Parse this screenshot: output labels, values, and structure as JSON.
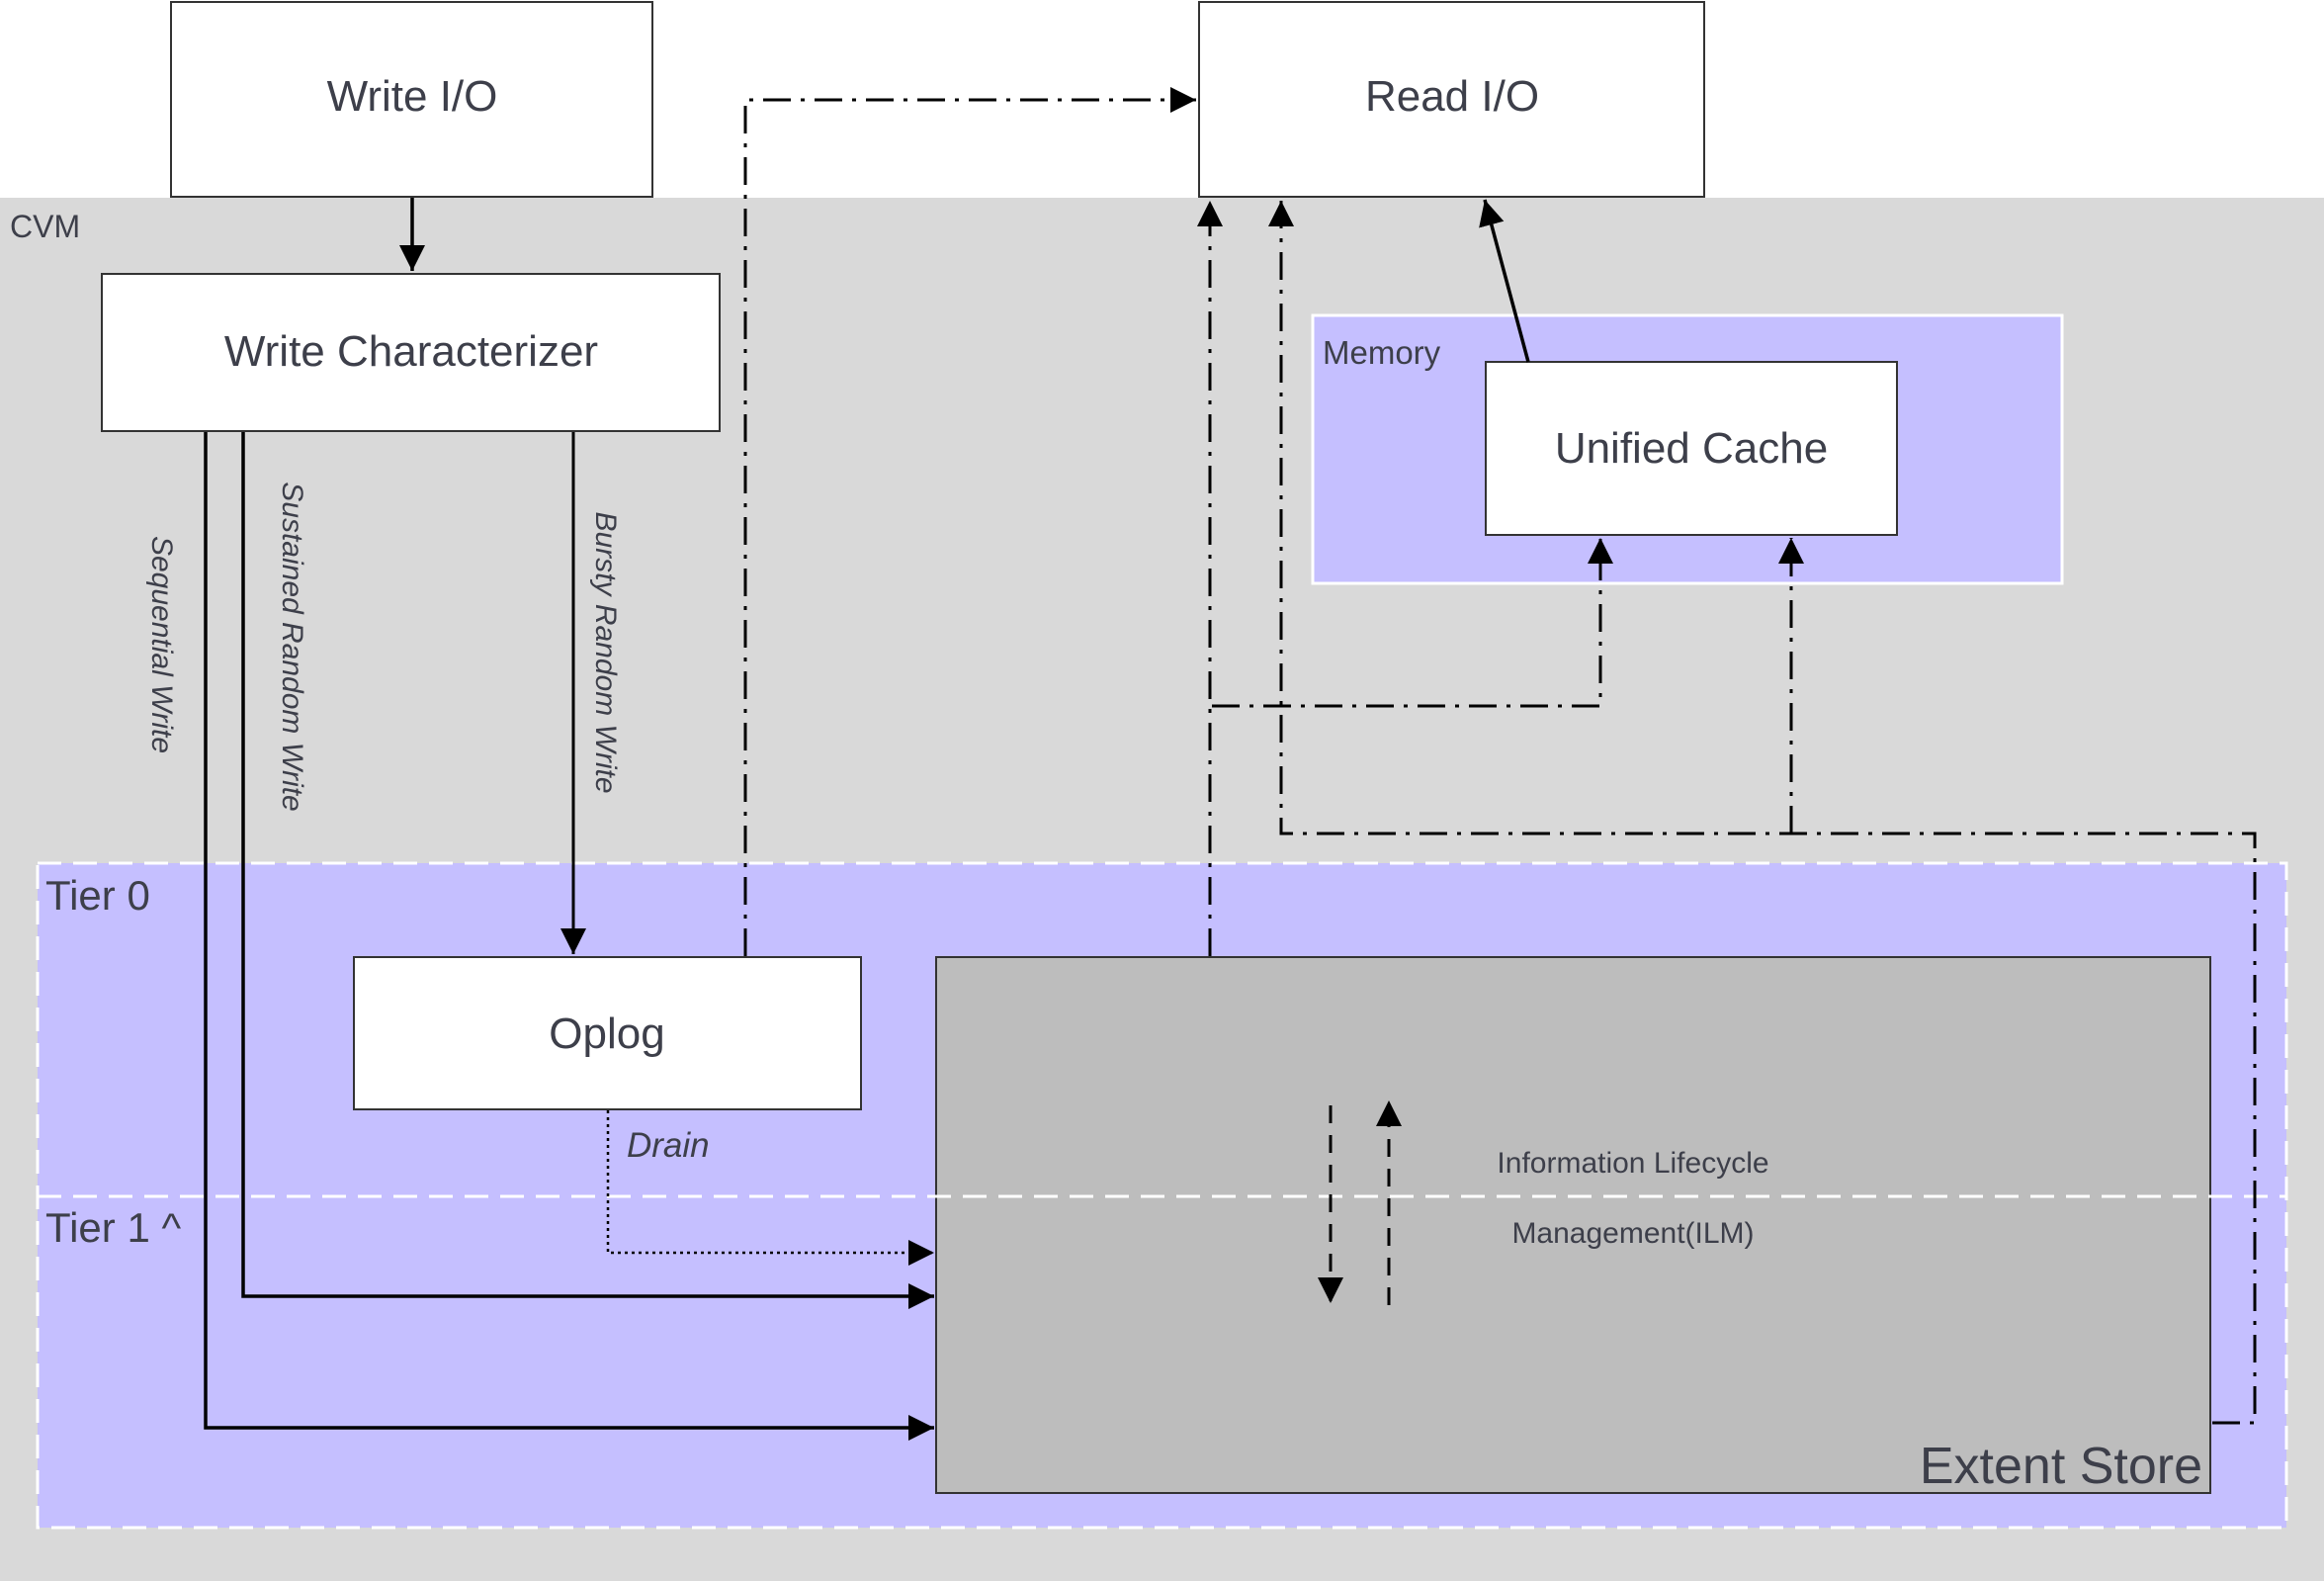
{
  "labels": {
    "cvm": "CVM",
    "write_io": "Write I/O",
    "read_io": "Read I/O",
    "write_characterizer": "Write Characterizer",
    "memory": "Memory",
    "unified_cache": "Unified Cache",
    "sequential_write": "Sequential Write",
    "sustained_random_write": "Sustained  Random Write",
    "bursty_random_write": "Bursty  Random Write",
    "tier0": "Tier 0",
    "tier1": "Tier 1 ^",
    "oplog": "Oplog",
    "drain": "Drain",
    "ilm_line1": "Information Lifecycle",
    "ilm_line2": "Management(ILM)",
    "extent_store": "Extent Store"
  },
  "colors": {
    "cvm_background": "#d9d9d9",
    "tier_fill": "#c5bfff",
    "extent_store_fill": "#bdbdbd",
    "box_fill": "#ffffff",
    "line": "#000000",
    "text": "#3d3f4a"
  }
}
